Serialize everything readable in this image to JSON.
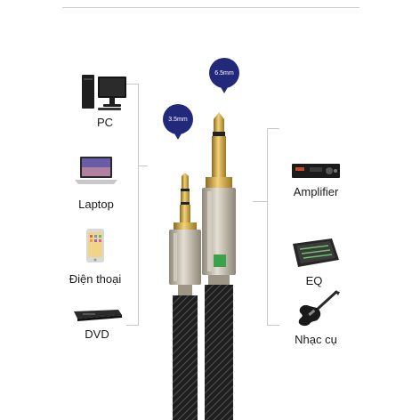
{
  "devices_left": [
    {
      "label": "PC",
      "icon": "pc-icon"
    },
    {
      "label": "Laptop",
      "icon": "laptop-icon"
    },
    {
      "label": "Điện thoại",
      "icon": "phone-icon"
    },
    {
      "label": "DVD",
      "icon": "dvd-player-icon"
    }
  ],
  "devices_right": [
    {
      "label": "Amplifier",
      "icon": "amplifier-icon"
    },
    {
      "label": "EQ",
      "icon": "equalizer-mixer-icon"
    },
    {
      "label": "Nhạc cụ",
      "icon": "electric-guitar-icon"
    }
  ],
  "badges": {
    "small_jack": "3.5mm",
    "large_jack": "6.5mm"
  },
  "colors": {
    "badge": "#23297a",
    "gold": "#c8a23a",
    "cable": "#2a2a2a",
    "housing": "#b9b3a6"
  }
}
